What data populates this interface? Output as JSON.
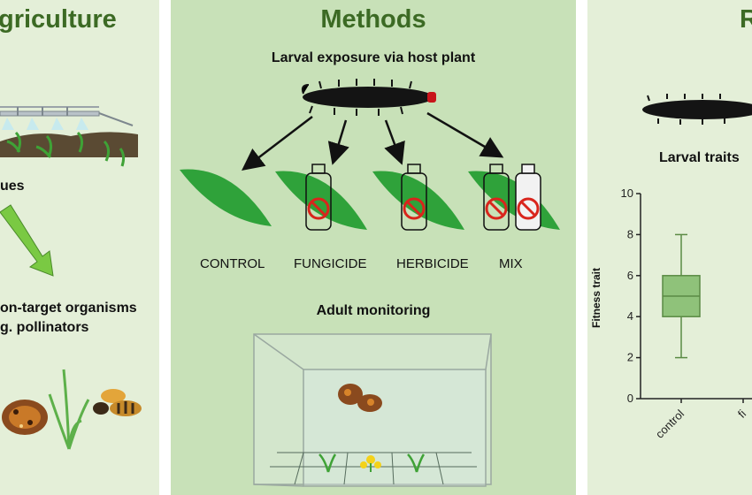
{
  "panels": {
    "left": {
      "title": "griculture",
      "line1": "ues",
      "line2": "on-target organisms",
      "line3": "g. pollinators"
    },
    "middle": {
      "title": "Methods",
      "subtitle": "Larval exposure via host plant",
      "treatments": [
        "CONTROL",
        "FUNGICIDE",
        "HERBICIDE",
        "MIX"
      ],
      "monitoring": "Adult monitoring"
    },
    "right": {
      "title": "R",
      "subtitle": "Larval traits"
    }
  },
  "colors": {
    "title_green": "#3c6a24",
    "leaf_green": "#2fa23a",
    "panel_light": "#e4efd8",
    "panel_mid": "#c8e1b8",
    "box_fill": "#8fc27a",
    "prohibit_red": "#d9251c"
  },
  "chart_data": {
    "type": "box",
    "ylabel": "Fitness trait",
    "ylim": [
      0,
      10
    ],
    "yticks": [
      "0",
      "2",
      "4",
      "6",
      "8",
      "10"
    ],
    "categories": [
      "control",
      "fi"
    ],
    "boxes": [
      {
        "category": "control",
        "min": 2,
        "q1": 4,
        "median": 5,
        "q3": 6,
        "max": 8
      }
    ]
  }
}
